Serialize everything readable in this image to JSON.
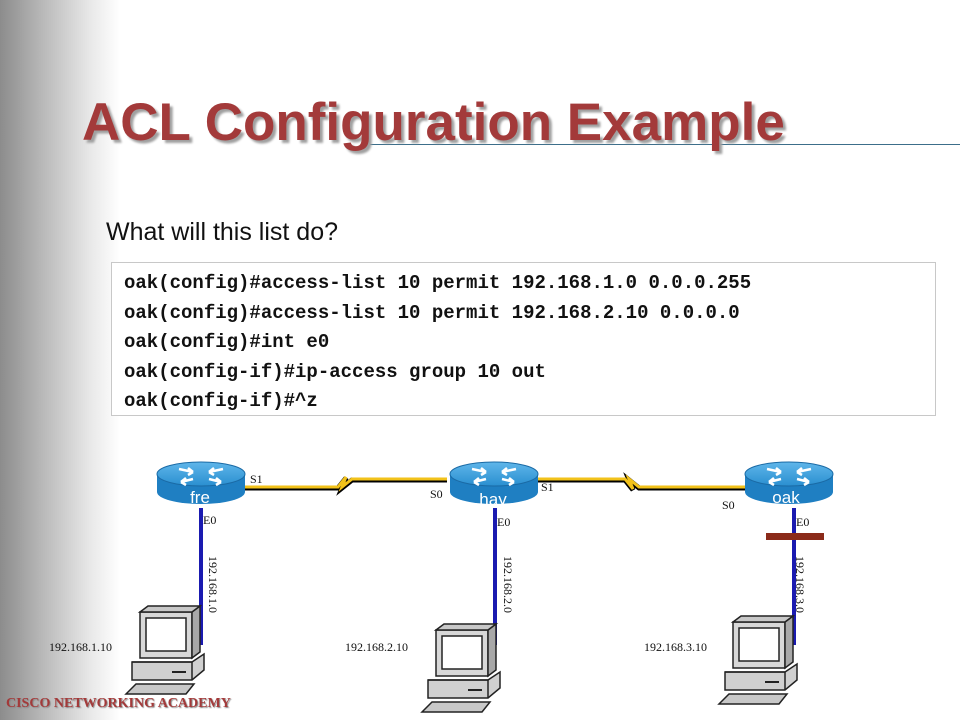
{
  "slide": {
    "title": "ACL Configuration Example",
    "question": "What will this list do?",
    "footer": "CISCO NETWORKING ACADEMY"
  },
  "code": {
    "lines": [
      "oak(config)#access-list 10 permit 192.168.1.0 0.0.0.255",
      "oak(config)#access-list 10 permit 192.168.2.10 0.0.0.0",
      "oak(config)#int e0",
      "oak(config-if)#ip-access group 10 out",
      "oak(config-if)#^z"
    ]
  },
  "network": {
    "routers": [
      {
        "name": "fre",
        "serial_label": "S1",
        "ethernet_label": "E0",
        "network": "192.168.1.0",
        "host": "192.168.1.10"
      },
      {
        "name": "hay",
        "serial_left_label": "S0",
        "serial_right_label": "S1",
        "ethernet_label": "E0",
        "network": "192.168.2.0",
        "host": "192.168.2.10"
      },
      {
        "name": "oak",
        "serial_label": "S0",
        "ethernet_label": "E0",
        "network": "192.168.3.0",
        "host": "192.168.3.10"
      }
    ],
    "colors": {
      "router_body": "#1f86c8",
      "serial_link": "#f2c21a",
      "ethernet_link": "#1a1ab0",
      "acl_bar": "#8b2a1a",
      "title": "#a33a3a"
    },
    "icons": [
      "router-icon",
      "workstation-icon",
      "serial-link-icon"
    ]
  }
}
